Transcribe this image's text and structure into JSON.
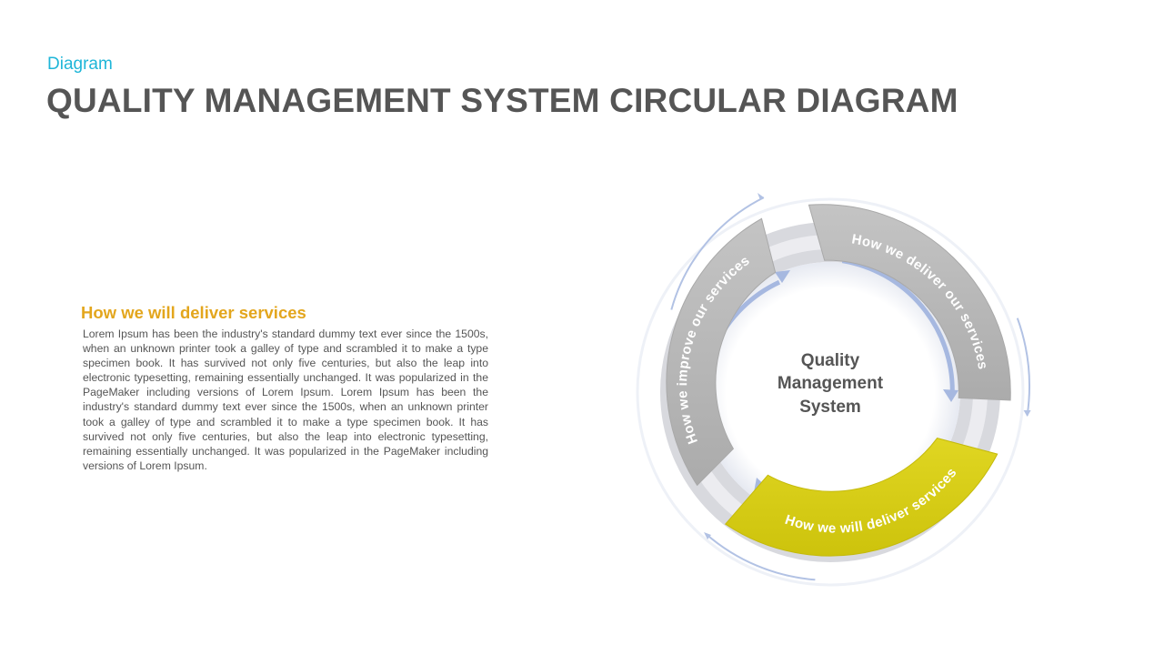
{
  "header": {
    "category": "Diagram",
    "title": "QUALITY MANAGEMENT SYSTEM CIRCULAR DIAGRAM"
  },
  "text_block": {
    "heading": "How we will deliver services",
    "body": "Lorem Ipsum has been the industry's standard dummy text ever since the 1500s, when an unknown printer took a galley of type and scrambled it to make a type specimen book. It has survived not only five centuries, but also the leap into electronic typesetting, remaining essentially unchanged. It was popularized in the PageMaker including versions of Lorem Ipsum. Lorem Ipsum has been the industry's standard dummy text ever since the 1500s, when an unknown printer took a galley of type and scrambled it to make a type specimen book. It has survived not only five centuries, but also the leap into electronic typesetting, remaining essentially unchanged. It was popularized in the PageMaker including versions of Lorem Ipsum."
  },
  "diagram": {
    "center": [
      "Quality",
      "Management",
      "System"
    ],
    "segments": [
      {
        "label": "How we deliver our services",
        "color": "#b8b8b8"
      },
      {
        "label": "How we will deliver services",
        "color": "#d6cd14"
      },
      {
        "label": "How we improve our services",
        "color": "#b8b8b8"
      }
    ],
    "arrow_color": "#a6b8e0"
  }
}
